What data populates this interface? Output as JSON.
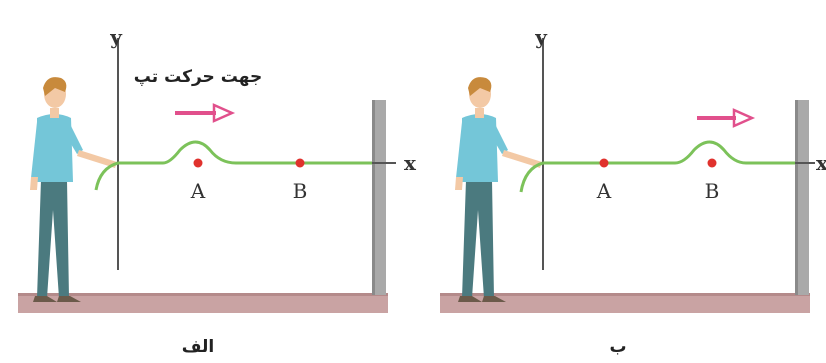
{
  "colors": {
    "floor": "#c9a3a3",
    "floor_edge": "#b48a8a",
    "wall": "#a9a9a9",
    "wall_dark": "#8a8a8a",
    "rope": "#7cc25a",
    "point": "#e0322d",
    "arrow": "#e1508c",
    "axis": "#555555",
    "shirt": "#74c6d8",
    "pants": "#4b7a7f",
    "skin": "#f3c9a5",
    "hair": "#c88a3c"
  },
  "panel_a": {
    "y_axis": "y",
    "x_axis": "x",
    "direction_label": "جهت حرکت تپ",
    "point_a": "A",
    "point_b": "B",
    "caption": "الف",
    "pulse_at": "A"
  },
  "panel_b": {
    "y_axis": "y",
    "x_axis": "x",
    "point_a": "A",
    "point_b": "B",
    "caption": "ب",
    "pulse_at": "B"
  }
}
